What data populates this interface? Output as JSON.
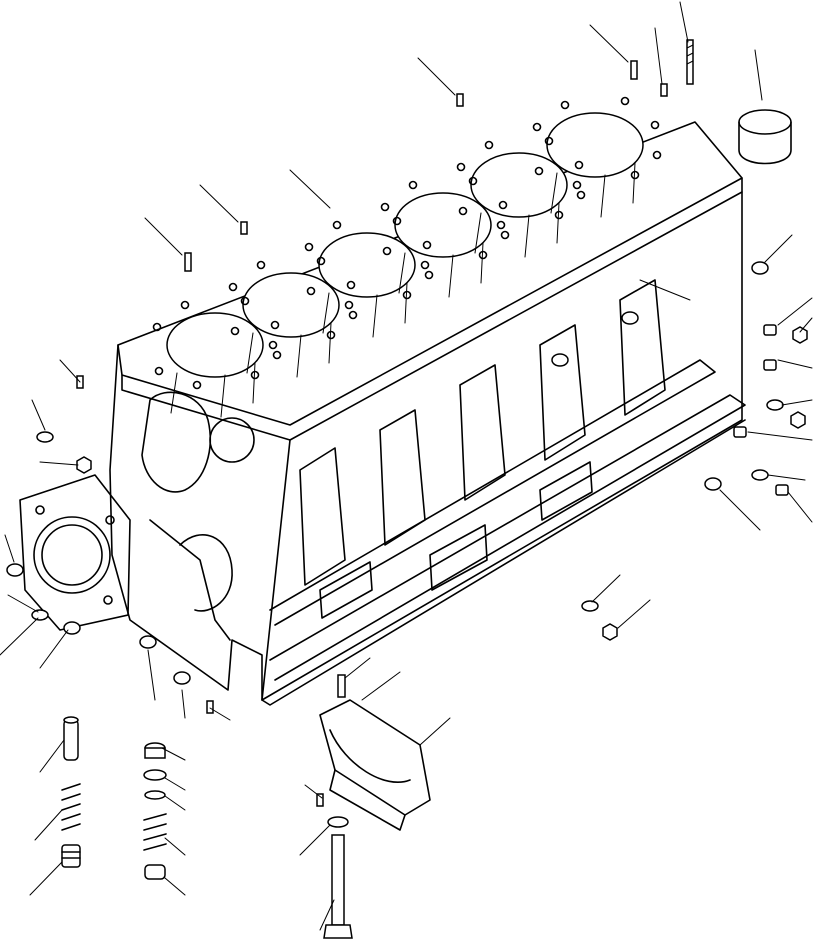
{
  "figure": {
    "kind": "exploded parts illustration",
    "subject": "cylinder-block",
    "colors": {
      "ink": "#000000",
      "paper": "#ffffff"
    },
    "cylinder_count": 6,
    "leader_line_count": 44
  }
}
